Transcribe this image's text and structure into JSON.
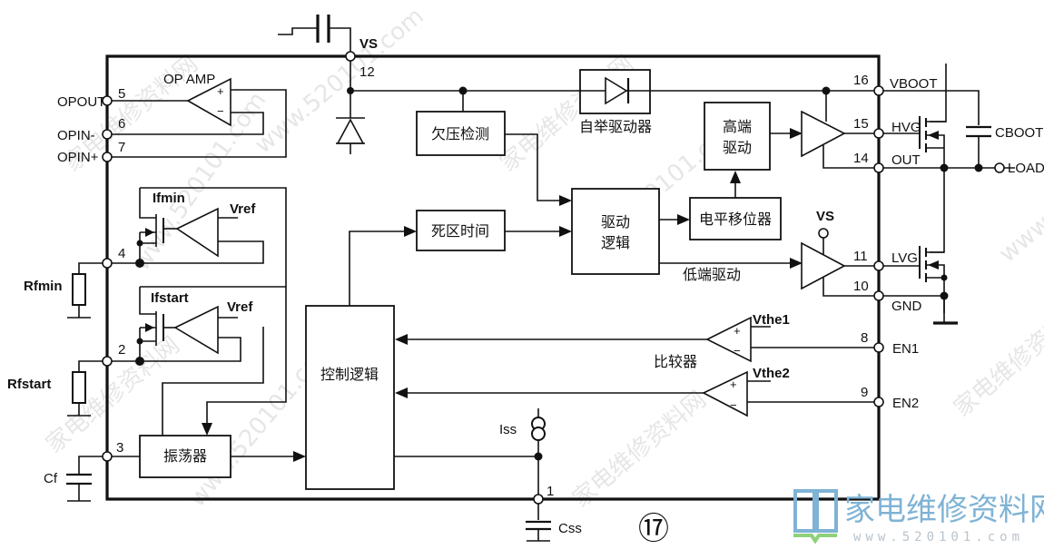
{
  "pins": {
    "p1": "1",
    "p2": "2",
    "p3": "3",
    "p4": "4",
    "p5": "5",
    "p6": "6",
    "p7": "7",
    "p8": "8",
    "p9": "9",
    "p10": "10",
    "p11": "11",
    "p12": "12",
    "p14": "14",
    "p15": "15",
    "p16": "16"
  },
  "pin_names": {
    "opout": "OPOUT",
    "opin_minus": "OPIN-",
    "opin_plus": "OPIN+",
    "vs": "VS",
    "vboot": "VBOOT",
    "hvg": "HVG",
    "out": "OUT",
    "lvg": "LVG",
    "gnd": "GND",
    "en1": "EN1",
    "en2": "EN2",
    "load": "LOAD",
    "vs_lowside": "VS"
  },
  "components": {
    "rfmin": "Rfmin",
    "rfstart": "Rfstart",
    "cf": "Cf",
    "css": "Css",
    "cboot": "CBOOT",
    "iss": "Iss"
  },
  "blocks": {
    "op_amp": "OP AMP",
    "ifmin": "Ifmin",
    "ifstart": "Ifstart",
    "vref1": "Vref",
    "vref2": "Vref",
    "uvlo": "欠压检测",
    "bootstrap": "自举驱动器",
    "high_side_driver_l1": "高端",
    "high_side_driver_l2": "驱动",
    "dead_time": "死区时间",
    "drive_logic_l1": "驱动",
    "drive_logic_l2": "逻辑",
    "level_shifter": "电平移位器",
    "low_side_driver": "低端驱动",
    "control_logic": "控制逻辑",
    "comparator": "比较器",
    "vthe1": "Vthe1",
    "vthe2": "Vthe2",
    "oscillator": "振荡器",
    "opamp_plus": "+",
    "opamp_minus": "−",
    "cmp1_plus": "+",
    "cmp1_minus": "−",
    "cmp2_plus": "+",
    "cmp2_minus": "−"
  },
  "figure_number": "⑰",
  "watermark": {
    "site_name": "家电维修资料网",
    "url": "www.520101.com",
    "diag_text": "家电维修资料网",
    "diag_url": "www.520101.com"
  },
  "colors": {
    "logo_blue": "#7fb3d5",
    "logo_green": "#8fd07a",
    "logo_red": "#e06666"
  }
}
